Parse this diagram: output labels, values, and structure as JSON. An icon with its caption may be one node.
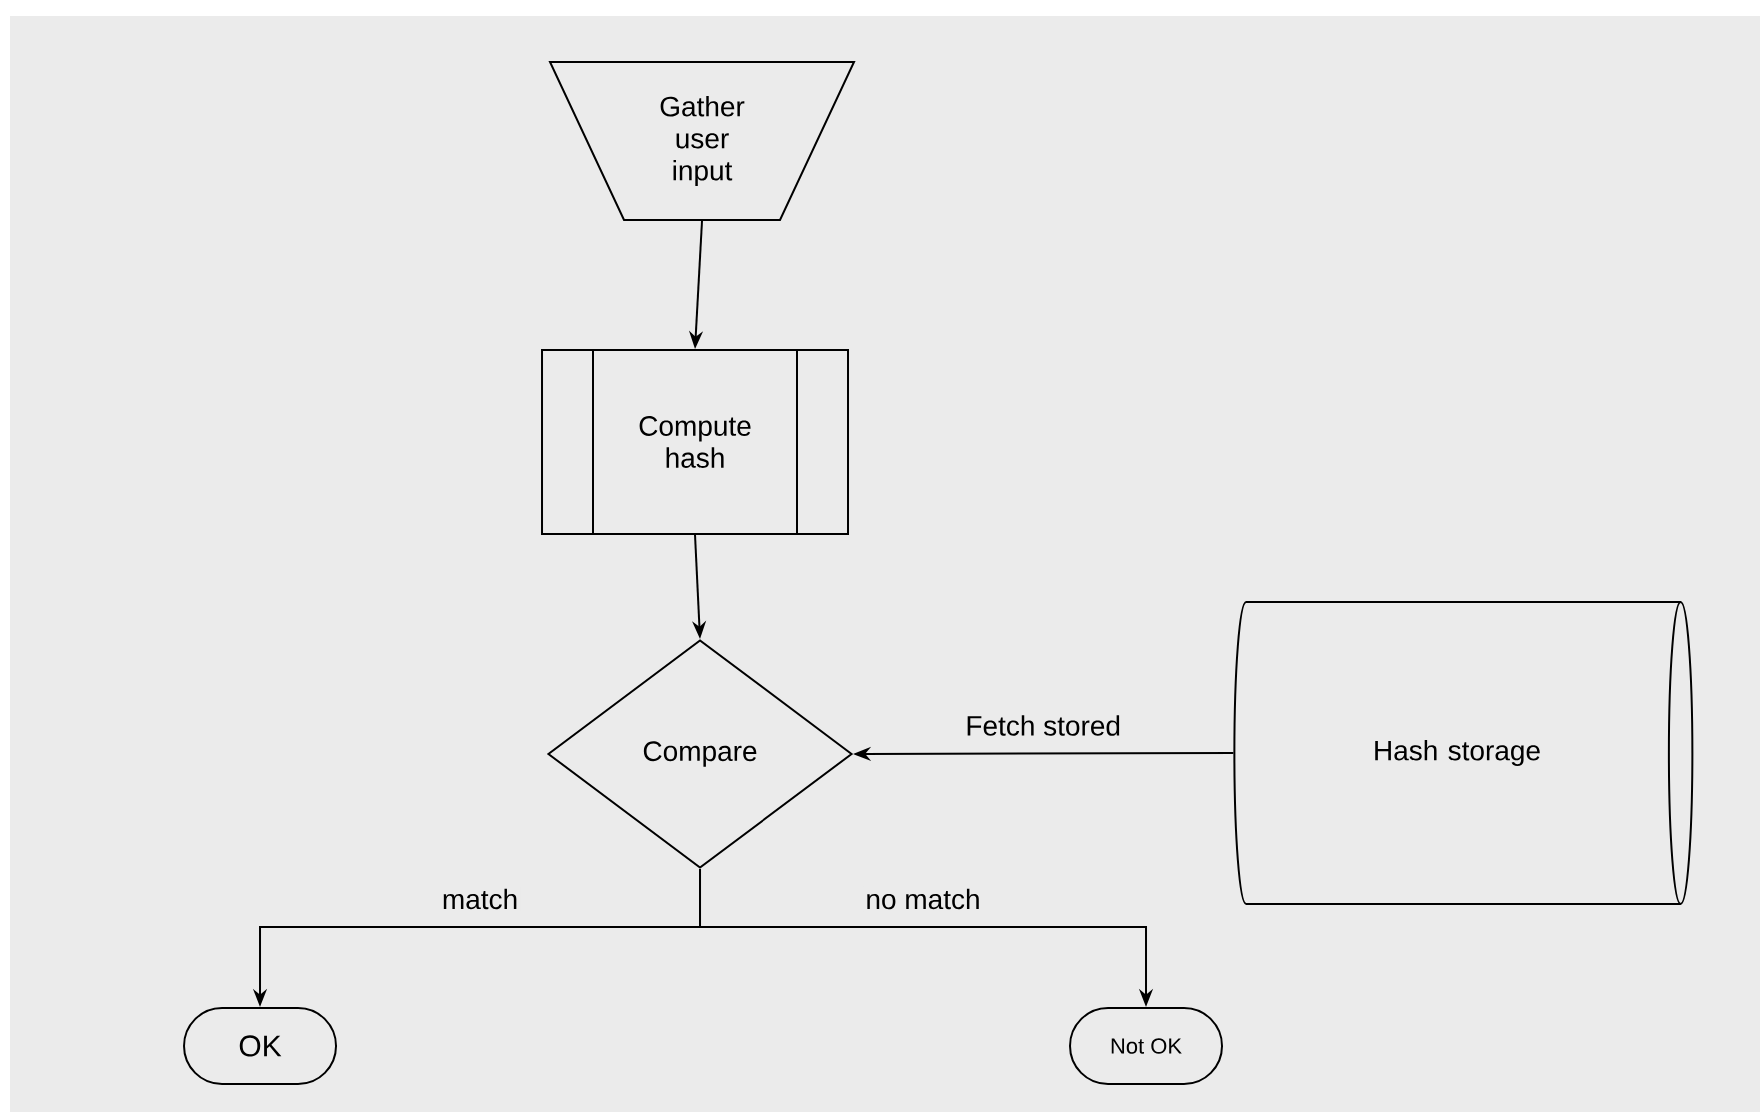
{
  "diagram": {
    "nodes": [
      {
        "text": [
          "Gather user input"
        ]
      },
      {
        "text": [
          "Compute hash"
        ]
      },
      {
        "text": [
          "Compare"
        ]
      },
      {
        "text": [
          "Hash storage"
        ]
      },
      {
        "text": [
          "OK"
        ]
      },
      {
        "text": [
          "Not OK"
        ]
      }
    ],
    "edges": [
      {
        "from": 0,
        "to": 1,
        "arrow": "to"
      },
      {
        "from": 1,
        "to": 2,
        "arrow": "to"
      },
      {
        "from": 3,
        "to": 2,
        "arrow": "to",
        "label": "Fetch stored"
      },
      {
        "from": 2,
        "to": 4,
        "arrow": "to",
        "label": "match"
      },
      {
        "from": 2,
        "to": 5,
        "arrow": "to",
        "label": "no match"
      }
    ]
  }
}
